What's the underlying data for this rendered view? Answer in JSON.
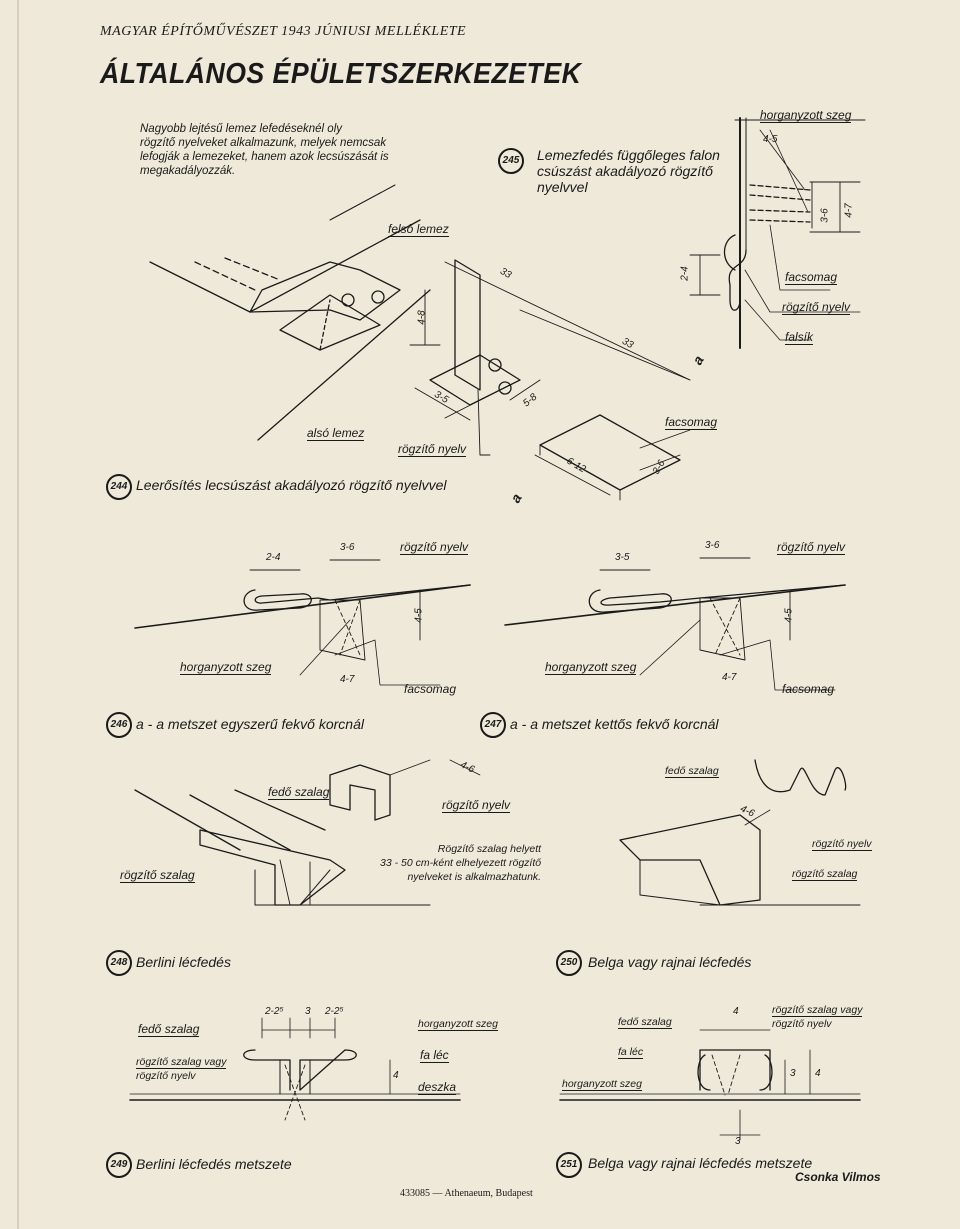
{
  "header": {
    "running_title": "MAGYAR ÉPÍTŐMŰVÉSZET 1943 JÚNIUSI MELLÉKLETE",
    "title": "ÁLTALÁNOS ÉPÜLETSZERKEZETEK"
  },
  "intro_note": [
    "Nagyobb lejtésű lemez lefedéseknél oly",
    "rögzítő nyelveket alkalmazunk, melyek nemcsak",
    "lefogják a lemezeket, hanem azok lecsúszását is",
    "megakadályozzák."
  ],
  "fig244": {
    "number": "244",
    "caption": "Leerősítés lecsúszást akadályozó rögzítő nyelvvel",
    "labels": {
      "felso_lemez": "felső lemez",
      "also_lemez": "alsó lemez",
      "rogzito_nyelv": "rögzítő nyelv",
      "facsomag": "facsomag",
      "section_mark": "a"
    },
    "dims": [
      "33",
      "4-8",
      "33",
      "3-5",
      "5-8",
      "6-12",
      "3-6"
    ]
  },
  "fig245": {
    "number": "245",
    "caption": [
      "Lemezfedés függőleges falon",
      "csúszást akadályozó rögzítő",
      "nyelvvel"
    ],
    "labels": {
      "horganyzott_szeg": "horganyzott szeg",
      "facsomag": "facsomag",
      "rogzito_nyelv": "rögzítő nyelv",
      "falsik": "falsík",
      "section_mark": "a"
    },
    "dims": [
      "4-5",
      "3-6",
      "4-7",
      "2-4"
    ]
  },
  "fig246": {
    "number": "246",
    "caption": "a - a metszet egyszerű fekvő korcnál",
    "labels": {
      "rogzito_nyelv": "rögzítő nyelv",
      "horganyzott_szeg": "horganyzott szeg",
      "facsomag": "facsomag"
    },
    "dims": [
      "2-4",
      "3-6",
      "4-5",
      "4-7"
    ]
  },
  "fig247": {
    "number": "247",
    "caption": "a - a metszet kettős fekvő korcnál",
    "labels": {
      "rogzito_nyelv": "rögzítő nyelv",
      "horganyzott_szeg": "horganyzott szeg",
      "facsomag": "facsomag"
    },
    "dims": [
      "3-5",
      "3-6",
      "4-5",
      "4-7"
    ]
  },
  "fig248": {
    "number": "248",
    "caption": "Berlini lécfedés",
    "labels": {
      "fedo_szalag": "fedő szalag",
      "rogzito_nyelv": "rögzítő nyelv",
      "rogzito_szalag": "rögzítő szalag"
    },
    "dims": [
      "4-6"
    ],
    "note": [
      "Rögzítő szalag helyett",
      "33 - 50 cm-ként elhelyezett rögzítő",
      "nyelveket is alkalmazhatunk."
    ]
  },
  "fig250": {
    "number": "250",
    "caption": "Belga vagy rajnai lécfedés",
    "labels": {
      "fedo_szalag": "fedő szalag",
      "rogzito_nyelv": "rögzítő nyelv",
      "rogzito_szalag": "rögzítő szalag"
    },
    "dims": [
      "4-6"
    ]
  },
  "fig249": {
    "number": "249",
    "caption": "Berlini lécfedés metszete",
    "labels": {
      "fedo_szalag": "fedő szalag",
      "rogzito_szalag_vagy": "rögzítő szalag vagy",
      "rogzito_nyelv": "rögzítő nyelv",
      "horganyzott_szeg": "horganyzott szeg",
      "fa_lec": "fa léc",
      "deszka": "deszka"
    },
    "dims": [
      "2-2⁵",
      "3",
      "2-2⁵",
      "4"
    ]
  },
  "fig251": {
    "number": "251",
    "caption": "Belga vagy rajnai lécfedés metszete",
    "labels": {
      "fedo_szalag": "fedő szalag",
      "fa_lec": "fa léc",
      "horganyzott_szeg": "horganyzott szeg",
      "rogzito_szalag_vagy": "rögzítő szalag vagy",
      "rogzito_nyelv": "rögzítő nyelv"
    },
    "dims": [
      "4",
      "3",
      "4",
      "3"
    ]
  },
  "author": "Csonka Vilmos",
  "footer": "433085 — Athenaeum, Budapest"
}
